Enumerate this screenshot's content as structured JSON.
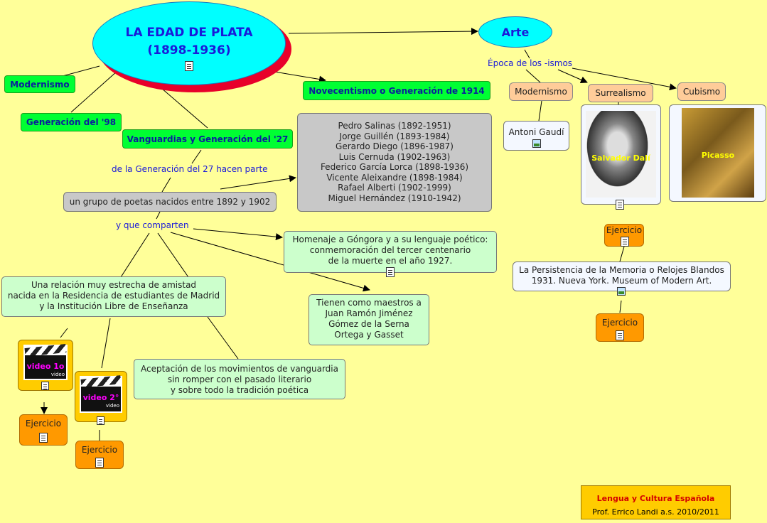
{
  "main_title": {
    "line1": "LA EDAD DE PLATA",
    "line2": "(1898-1936)"
  },
  "arte": {
    "title": "Arte",
    "link_label": "Época de los -ismos",
    "modernismo": "Modernismo",
    "surrealismo": "Surrealismo",
    "cubismo": "Cubismo",
    "gaudi": "Antoni Gaudí",
    "dali_caption": "Salvador Dalí",
    "picasso_caption": "Picasso",
    "ejercicio_dali": "Ejercicio",
    "persistencia": [
      "La Persistencia de la Memoria o Relojes Blandos",
      "1931. Nueva York. Museum of Modern Art."
    ],
    "ejercicio_persistencia": "Ejercicio"
  },
  "branches": {
    "modernismo": "Modernismo",
    "generacion98": "Generación del '98",
    "vanguardias": "Vanguardias y Generación del '27",
    "novecentismo": "Novecentismo o Generación de 1914"
  },
  "gen27": {
    "link_hacen_parte": "de la Generación del 27 hacen parte",
    "grupo": "un grupo de poetas nacidos entre 1892 y 1902",
    "poetas": [
      "Pedro Salinas (1892-1951)",
      "Jorge Guillén (1893-1984)",
      "Gerardo Diego (1896-1987)",
      "Luis Cernuda (1902-1963)",
      "Federico García Lorca (1898-1936)",
      "Vicente Aleixandre (1898-1984)",
      "Rafael Alberti (1902-1999)",
      "Miguel Hernández (1910-1942)"
    ],
    "link_comparten": "y que comparten",
    "homenaje": [
      "Homenaje a Góngora y a su lenguaje poético:",
      "conmemoración del tercer centenario",
      "de la muerte en el año 1927."
    ],
    "maestros": [
      "Tienen como maestros a",
      "Juan Ramón Jiménez",
      "Gómez de la Serna",
      "Ortega y Gasset"
    ],
    "relacion": [
      "Una relación muy estrecha de amistad",
      "nacida en la Residencia de estudiantes  de Madrid",
      "y la Institución Libre de Enseñanza"
    ],
    "aceptacion": [
      "Aceptación de los movimientos de vanguardia",
      "sin romper con el pasado literario",
      "y sobre todo la tradición poética"
    ],
    "video1": "video 1o",
    "video2": "video 2°",
    "video_tag": "video",
    "ejercicio1": "Ejercicio",
    "ejercicio2": "Ejercicio"
  },
  "footer": {
    "title": "Lengua y Cultura Española",
    "author": "Prof.  Errico Landi a.s. 2010/2011"
  },
  "colors": {
    "background": "#ffff99",
    "title_ellipse": "#00ffff",
    "title_shadow": "#e8002a",
    "title_text": "#1a1ad9",
    "green_node": "#00ff33",
    "mint_box": "#ccffcc",
    "grey_box": "#c8c8c8",
    "peach_node": "#ffcc99",
    "orange_node": "#ff9900",
    "footer_text": "#d40000"
  },
  "icons": [
    "document-icon",
    "image-icon",
    "video-clapperboard-icon",
    "arrow-icon"
  ]
}
